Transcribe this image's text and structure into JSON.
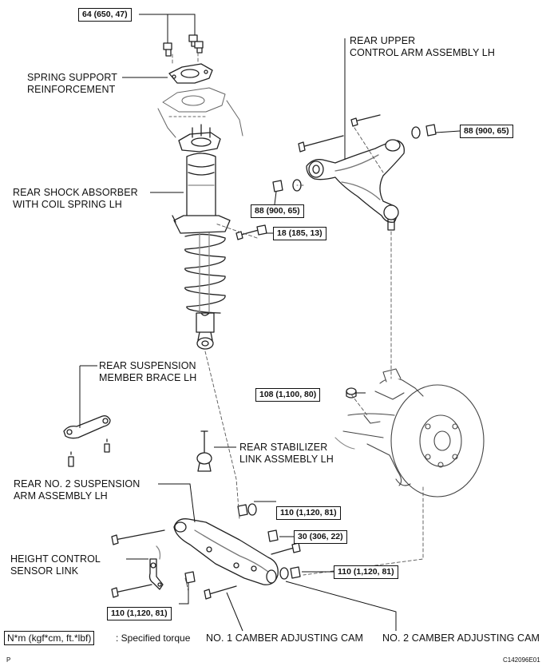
{
  "labels": {
    "rear_upper_control_arm": [
      "REAR UPPER",
      "CONTROL ARM ASSEMBLY LH"
    ],
    "spring_support_reinforcement": [
      "SPRING SUPPORT",
      "REINFORCEMENT"
    ],
    "rear_shock_absorber": [
      "REAR SHOCK ABSORBER",
      "WITH COIL SPRING LH"
    ],
    "rear_suspension_member_brace": [
      "REAR SUSPENSION",
      "MEMBER BRACE LH"
    ],
    "rear_stabilizer_link": [
      "REAR STABILIZER",
      "LINK ASSMEBLY LH"
    ],
    "rear_no2_suspension_arm": [
      "REAR NO. 2 SUSPENSION",
      "ARM ASSEMBLY LH"
    ],
    "height_control_sensor_link": [
      "HEIGHT CONTROL",
      "SENSOR LINK"
    ],
    "no1_camber_cam": "NO. 1 CAMBER ADJUSTING CAM",
    "no2_camber_cam": "NO. 2 CAMBER ADJUSTING CAM"
  },
  "torques": {
    "spring_support_nuts": "64 (650, 47)",
    "upper_arm_nut_right": "88 (900, 65)",
    "upper_arm_nut_left": "88 (900, 65)",
    "shock_lower_bolt": "18 (185, 13)",
    "hub_nut": "108 (1,100, 80)",
    "arm_nut_1": "110 (1,120, 81)",
    "arm_nut_2": "30 (306, 22)",
    "arm_nut_3": "110 (1,120, 81)",
    "arm_bolt_bottom": "110 (1,120, 81)"
  },
  "legend": {
    "unit": "N*m (kgf*cm, ft.*lbf)",
    "text": ": Specified torque"
  },
  "footer": {
    "corner_mark": "P",
    "figure_code": "C142096E01"
  }
}
